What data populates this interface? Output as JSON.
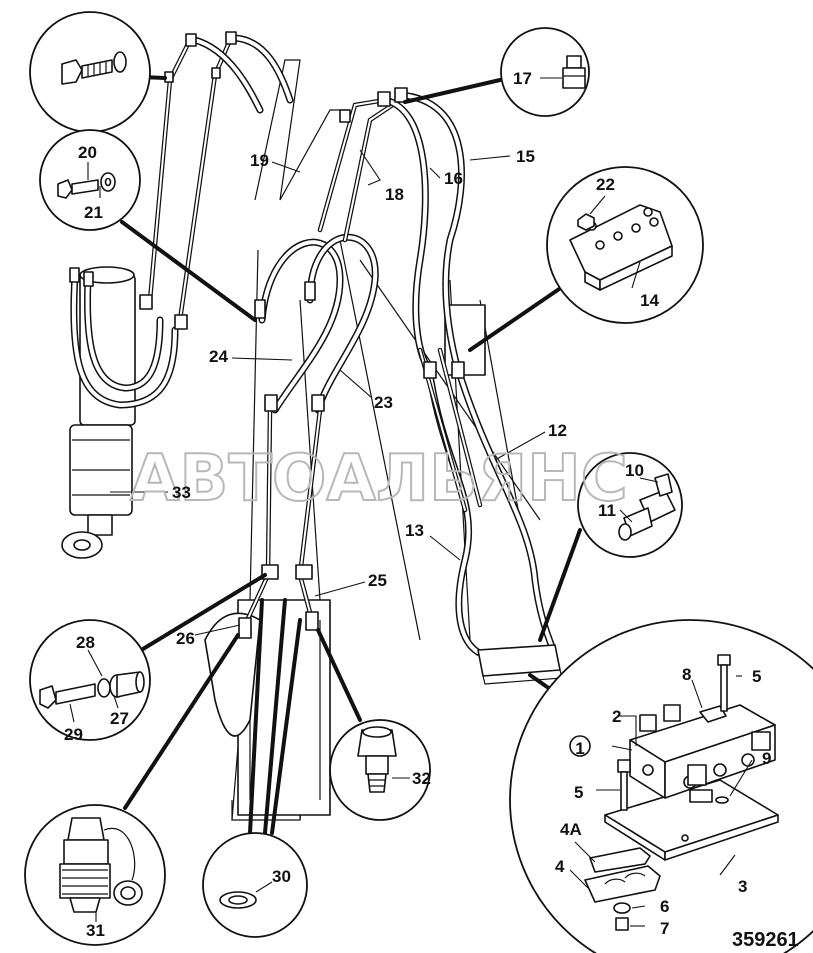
{
  "watermark": "АВТОАЛЬЯНС",
  "drawing_number": "359261",
  "callouts": {
    "c1": "1",
    "c2": "2",
    "c3": "3",
    "c4": "4",
    "c4a": "4A",
    "c5a": "5",
    "c5b": "5",
    "c6": "6",
    "c7": "7",
    "c8": "8",
    "c9": "9",
    "c10": "10",
    "c11": "11",
    "c12": "12",
    "c13": "13",
    "c14": "14",
    "c15": "15",
    "c16": "16",
    "c17": "17",
    "c18": "18",
    "c19": "19",
    "c20": "20",
    "c21": "21",
    "c22": "22",
    "c23": "23",
    "c24": "24",
    "c25": "25",
    "c26": "26",
    "c27": "27",
    "c28": "28",
    "c29": "29",
    "c30": "30",
    "c31": "31",
    "c32": "32",
    "c33": "33"
  }
}
